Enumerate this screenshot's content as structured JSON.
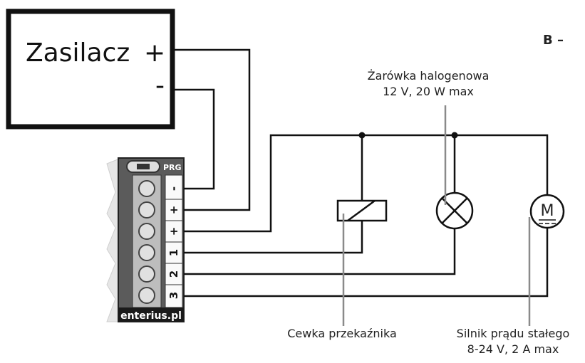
{
  "section_label": "B –",
  "power_supply": {
    "label": "Zasilacz",
    "plus": "+",
    "minus": "-"
  },
  "controller": {
    "prg_label": "PRG",
    "brand": "enterius.pl",
    "terminals": [
      "-",
      "+",
      "+",
      "1",
      "2",
      "3"
    ]
  },
  "components": {
    "bulb": {
      "line1": "Żarówka halogenowa",
      "line2": "12 V, 20 W max"
    },
    "relay": {
      "line1": "Cewka przekaźnika"
    },
    "motor": {
      "line1": "Silnik prądu stałego",
      "line2": "8-24 V, 2 A max",
      "symbol": "M"
    }
  }
}
